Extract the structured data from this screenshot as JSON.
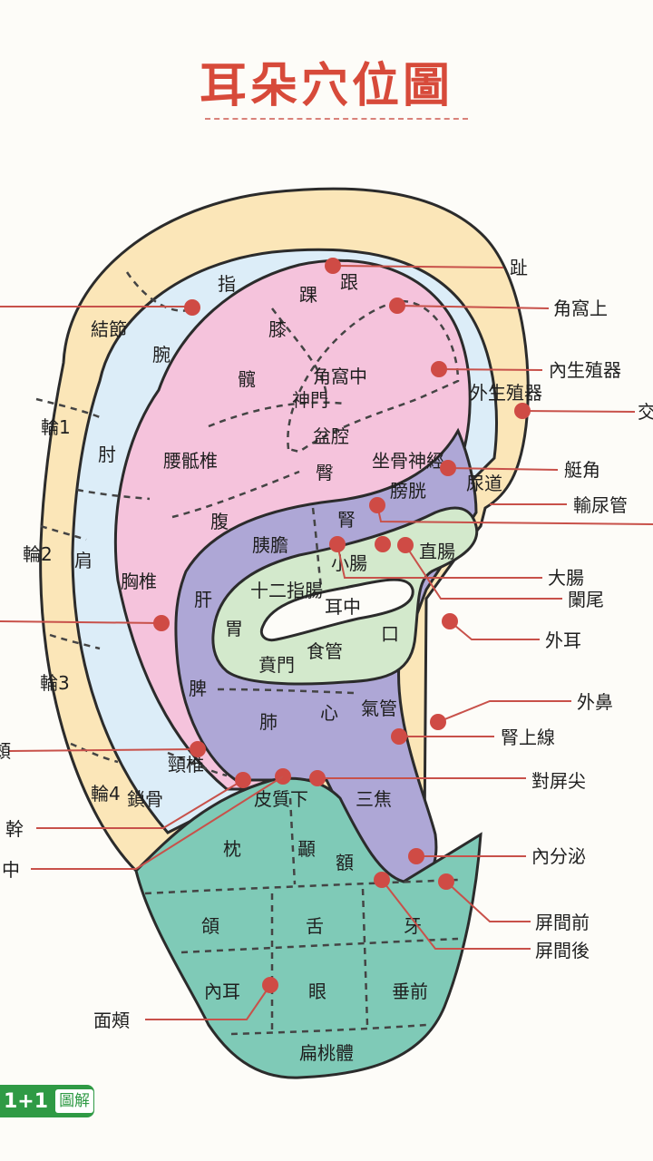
{
  "title": "耳朵穴位圖",
  "colors": {
    "helix": "#fbe6b8",
    "scapha": "#dcedf8",
    "antihelix": "#f5c3dc",
    "concha": "#aea7d6",
    "crus": "#d3e9cc",
    "lobe": "#7fcab7",
    "accent": "#d74a3a"
  },
  "zones": {
    "helix": [
      "輪1",
      "輪2",
      "輪3",
      "輪4"
    ],
    "scapha": [
      "指",
      "結節",
      "腕",
      "肘",
      "肩",
      "鎖骨"
    ],
    "antihelix": [
      "踝",
      "跟",
      "膝",
      "髖",
      "角窩中",
      "神門",
      "盆腔",
      "腰骶椎",
      "坐骨神經",
      "臀",
      "腹",
      "胸椎",
      "頸椎"
    ],
    "concha": [
      "外生殖器",
      "尿道",
      "膀胱",
      "腎",
      "胰膽",
      "肝",
      "脾",
      "肺",
      "心",
      "氣管",
      "三焦",
      "十二指腸",
      "小腸",
      "胃",
      "食管",
      "賁門",
      "口"
    ],
    "crus": [
      "耳中",
      "直腸"
    ],
    "lobe": [
      "皮質下",
      "枕",
      "顳",
      "額",
      "頜",
      "舌",
      "牙",
      "內耳",
      "眼",
      "垂前",
      "扁桃體"
    ]
  },
  "points_right": [
    "趾",
    "角窩上",
    "內生殖器",
    "交",
    "艇角",
    "輸尿管",
    "大腸",
    "闌尾",
    "外耳",
    "外鼻",
    "腎上線",
    "對屏尖",
    "內分泌",
    "屏間前",
    "屏間後"
  ],
  "points_left": [
    "頰",
    "幹",
    "中",
    "面頰"
  ],
  "logo": {
    "number": "1+1",
    "text": "圖解"
  }
}
